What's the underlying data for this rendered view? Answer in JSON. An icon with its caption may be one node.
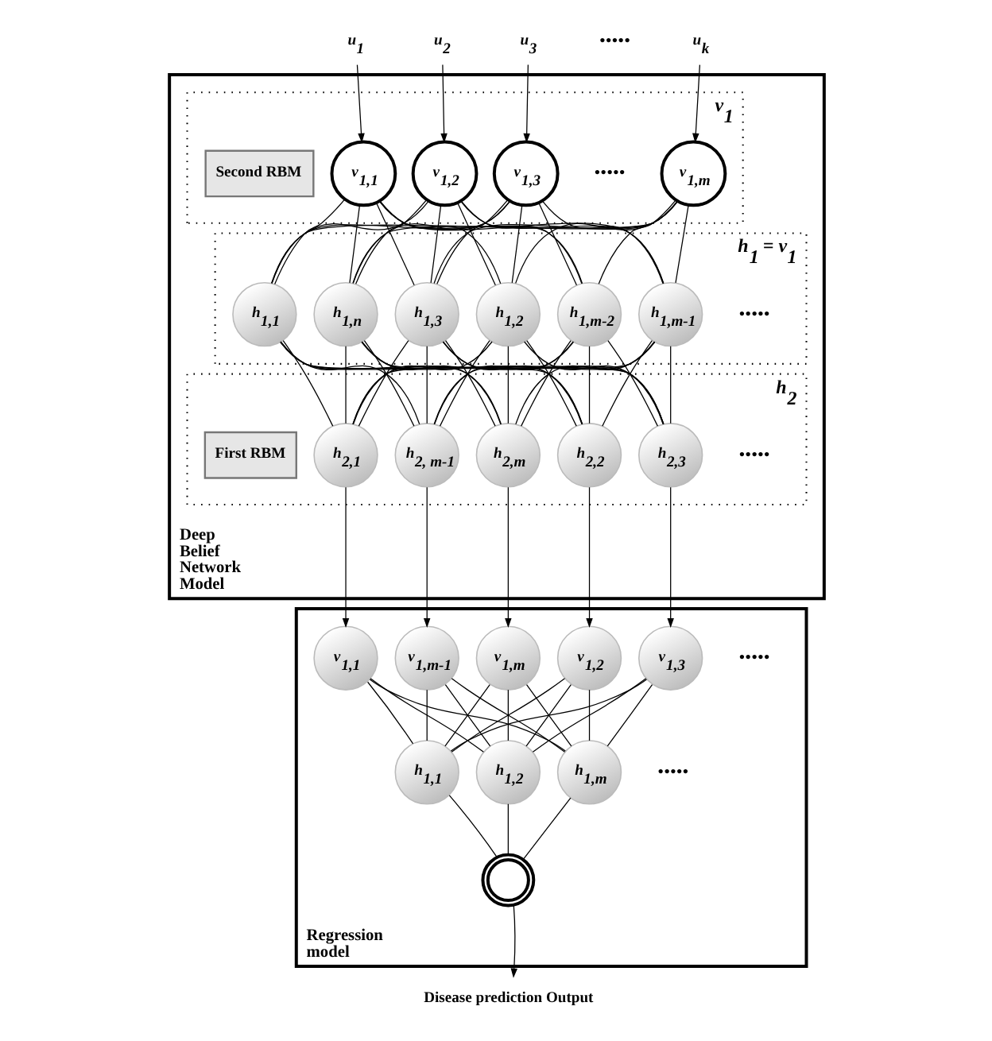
{
  "diagram": {
    "nodes": [
      {
        "text": [
          "Deep Belief Network Model"
        ]
      },
      {
        "text": [
          "v$_{1}$"
        ],
        "in": 0
      },
      {
        "text": [
          "Second RBM"
        ],
        "in": 1
      },
      {
        "text": [
          "v$_{1,1}$"
        ],
        "in": 1
      },
      {
        "text": [
          "v$_{1,2}$"
        ],
        "in": 1
      },
      {
        "text": [
          "v$_{1,3}$"
        ],
        "in": 1
      },
      {
        "text": [
          "v$_{1,m}$"
        ],
        "in": 1
      },
      {
        "text": [
          "h$_{1}$ = v$_{1}$"
        ],
        "in": 0
      },
      {
        "text": [
          "h$_{1,1}$"
        ],
        "in": 7
      },
      {
        "text": [
          "h$_{1,2}$"
        ],
        "in": 7
      },
      {
        "text": [
          "h$_{1,3}$"
        ],
        "in": 7
      },
      {
        "text": [
          "h$_{1,m-2}$"
        ],
        "in": 7
      },
      {
        "text": [
          "h$_{1,m-1}$"
        ],
        "in": 7
      },
      {
        "text": [
          "h$_{1,n}$"
        ],
        "in": 7
      },
      {
        "text": [
          "h$_{2}$"
        ],
        "in": 0
      },
      {
        "text": [
          "First RBM"
        ],
        "in": 14
      },
      {
        "text": [
          "h$_{2,1}$"
        ],
        "in": 14
      },
      {
        "text": [
          "h$_{2,2}$"
        ],
        "in": 14
      },
      {
        "text": [
          "h$_{2,3}$"
        ],
        "in": 14
      },
      {
        "text": [
          "h$_{2, m-1}$"
        ],
        "in": 14
      },
      {
        "text": [
          "h$_{2,m}$"
        ],
        "in": 14
      },
      {
        "text": [
          "Regression model"
        ]
      },
      {
        "text": [
          "v$_{1,1}$"
        ],
        "in": 21
      },
      {
        "text": [
          "v$_{1,2}$"
        ],
        "in": 21
      },
      {
        "text": [
          "v$_{1,3}$"
        ],
        "in": 21
      },
      {
        "text": [
          "v$_{1,m-1}$"
        ],
        "in": 21
      },
      {
        "text": [
          "v$_{1,m}$"
        ],
        "in": 21
      },
      {
        "text": [
          "h$_{1,1}$"
        ],
        "in": 21
      },
      {
        "text": [
          "h$_{1,2}$"
        ],
        "in": 21
      },
      {
        "text": [
          "h$_{1,m}$"
        ],
        "in": 21
      },
      {
        "text": [],
        "shape": "circle",
        "in": 21
      },
      {
        "text": [
          "u$_{1}$"
        ]
      },
      {
        "text": [
          "u$_{2}$"
        ]
      },
      {
        "text": [
          "u$_{3}$"
        ]
      },
      {
        "text": [
          "u$_{k}$"
        ]
      },
      {
        "text": [
          "Disease prediction Output"
        ]
      }
    ],
    "edges": [
      {
        "from": 31,
        "to": 3,
        "arrow": "to"
      },
      {
        "from": 32,
        "to": 4,
        "arrow": "to"
      },
      {
        "from": 33,
        "to": 5,
        "arrow": "to"
      },
      {
        "from": 34,
        "to": 6,
        "arrow": "to"
      },
      {
        "from": 3,
        "to": 8,
        "arrow": "none"
      },
      {
        "from": 3,
        "to": 9,
        "arrow": "none"
      },
      {
        "from": 3,
        "to": 10,
        "arrow": "none"
      },
      {
        "from": 3,
        "to": 11,
        "arrow": "none"
      },
      {
        "from": 3,
        "to": 12,
        "arrow": "none"
      },
      {
        "from": 3,
        "to": 13,
        "arrow": "none"
      },
      {
        "from": 4,
        "to": 8,
        "arrow": "none"
      },
      {
        "from": 4,
        "to": 9,
        "arrow": "none"
      },
      {
        "from": 4,
        "to": 10,
        "arrow": "none"
      },
      {
        "from": 4,
        "to": 11,
        "arrow": "none"
      },
      {
        "from": 4,
        "to": 12,
        "arrow": "none"
      },
      {
        "from": 4,
        "to": 13,
        "arrow": "none"
      },
      {
        "from": 5,
        "to": 8,
        "arrow": "none"
      },
      {
        "from": 5,
        "to": 9,
        "arrow": "none"
      },
      {
        "from": 5,
        "to": 10,
        "arrow": "none"
      },
      {
        "from": 5,
        "to": 11,
        "arrow": "none"
      },
      {
        "from": 5,
        "to": 12,
        "arrow": "none"
      },
      {
        "from": 5,
        "to": 13,
        "arrow": "none"
      },
      {
        "from": 6,
        "to": 8,
        "arrow": "none"
      },
      {
        "from": 6,
        "to": 9,
        "arrow": "none"
      },
      {
        "from": 6,
        "to": 10,
        "arrow": "none"
      },
      {
        "from": 6,
        "to": 11,
        "arrow": "none"
      },
      {
        "from": 6,
        "to": 12,
        "arrow": "none"
      },
      {
        "from": 6,
        "to": 13,
        "arrow": "none"
      },
      {
        "from": 8,
        "to": 16,
        "arrow": "none"
      },
      {
        "from": 8,
        "to": 17,
        "arrow": "none"
      },
      {
        "from": 8,
        "to": 18,
        "arrow": "none"
      },
      {
        "from": 8,
        "to": 19,
        "arrow": "none"
      },
      {
        "from": 8,
        "to": 20,
        "arrow": "none"
      },
      {
        "from": 9,
        "to": 16,
        "arrow": "none"
      },
      {
        "from": 9,
        "to": 17,
        "arrow": "none"
      },
      {
        "from": 9,
        "to": 18,
        "arrow": "none"
      },
      {
        "from": 9,
        "to": 19,
        "arrow": "none"
      },
      {
        "from": 9,
        "to": 20,
        "arrow": "none"
      },
      {
        "from": 10,
        "to": 16,
        "arrow": "none"
      },
      {
        "from": 10,
        "to": 17,
        "arrow": "none"
      },
      {
        "from": 10,
        "to": 18,
        "arrow": "none"
      },
      {
        "from": 10,
        "to": 19,
        "arrow": "none"
      },
      {
        "from": 10,
        "to": 20,
        "arrow": "none"
      },
      {
        "from": 11,
        "to": 16,
        "arrow": "none"
      },
      {
        "from": 11,
        "to": 17,
        "arrow": "none"
      },
      {
        "from": 11,
        "to": 18,
        "arrow": "none"
      },
      {
        "from": 11,
        "to": 19,
        "arrow": "none"
      },
      {
        "from": 11,
        "to": 20,
        "arrow": "none"
      },
      {
        "from": 12,
        "to": 16,
        "arrow": "none"
      },
      {
        "from": 12,
        "to": 17,
        "arrow": "none"
      },
      {
        "from": 12,
        "to": 18,
        "arrow": "none"
      },
      {
        "from": 12,
        "to": 19,
        "arrow": "none"
      },
      {
        "from": 12,
        "to": 20,
        "arrow": "none"
      },
      {
        "from": 13,
        "to": 16,
        "arrow": "none"
      },
      {
        "from": 13,
        "to": 17,
        "arrow": "none"
      },
      {
        "from": 13,
        "to": 18,
        "arrow": "none"
      },
      {
        "from": 13,
        "to": 19,
        "arrow": "none"
      },
      {
        "from": 13,
        "to": 20,
        "arrow": "none"
      },
      {
        "from": 16,
        "to": 22,
        "arrow": "to"
      },
      {
        "from": 17,
        "to": 23,
        "arrow": "to"
      },
      {
        "from": 18,
        "to": 24,
        "arrow": "to"
      },
      {
        "from": 19,
        "to": 25,
        "arrow": "to"
      },
      {
        "from": 20,
        "to": 26,
        "arrow": "to"
      },
      {
        "from": 22,
        "to": 27,
        "arrow": "none"
      },
      {
        "from": 22,
        "to": 28,
        "arrow": "none"
      },
      {
        "from": 22,
        "to": 29,
        "arrow": "none"
      },
      {
        "from": 23,
        "to": 27,
        "arrow": "none"
      },
      {
        "from": 23,
        "to": 28,
        "arrow": "none"
      },
      {
        "from": 23,
        "to": 29,
        "arrow": "none"
      },
      {
        "from": 24,
        "to": 27,
        "arrow": "none"
      },
      {
        "from": 24,
        "to": 28,
        "arrow": "none"
      },
      {
        "from": 24,
        "to": 29,
        "arrow": "none"
      },
      {
        "from": 25,
        "to": 27,
        "arrow": "none"
      },
      {
        "from": 25,
        "to": 28,
        "arrow": "none"
      },
      {
        "from": 25,
        "to": 29,
        "arrow": "none"
      },
      {
        "from": 26,
        "to": 27,
        "arrow": "none"
      },
      {
        "from": 26,
        "to": 28,
        "arrow": "none"
      },
      {
        "from": 26,
        "to": 29,
        "arrow": "none"
      },
      {
        "from": 27,
        "to": 30,
        "arrow": "none"
      },
      {
        "from": 28,
        "to": 30,
        "arrow": "none"
      },
      {
        "from": 29,
        "to": 30,
        "arrow": "none"
      },
      {
        "from": 30,
        "to": 35,
        "arrow": "to"
      }
    ],
    "labels": [
      "•••••",
      "•••••",
      "•••••",
      "•••••",
      "•••••",
      "•••••"
    ]
  }
}
